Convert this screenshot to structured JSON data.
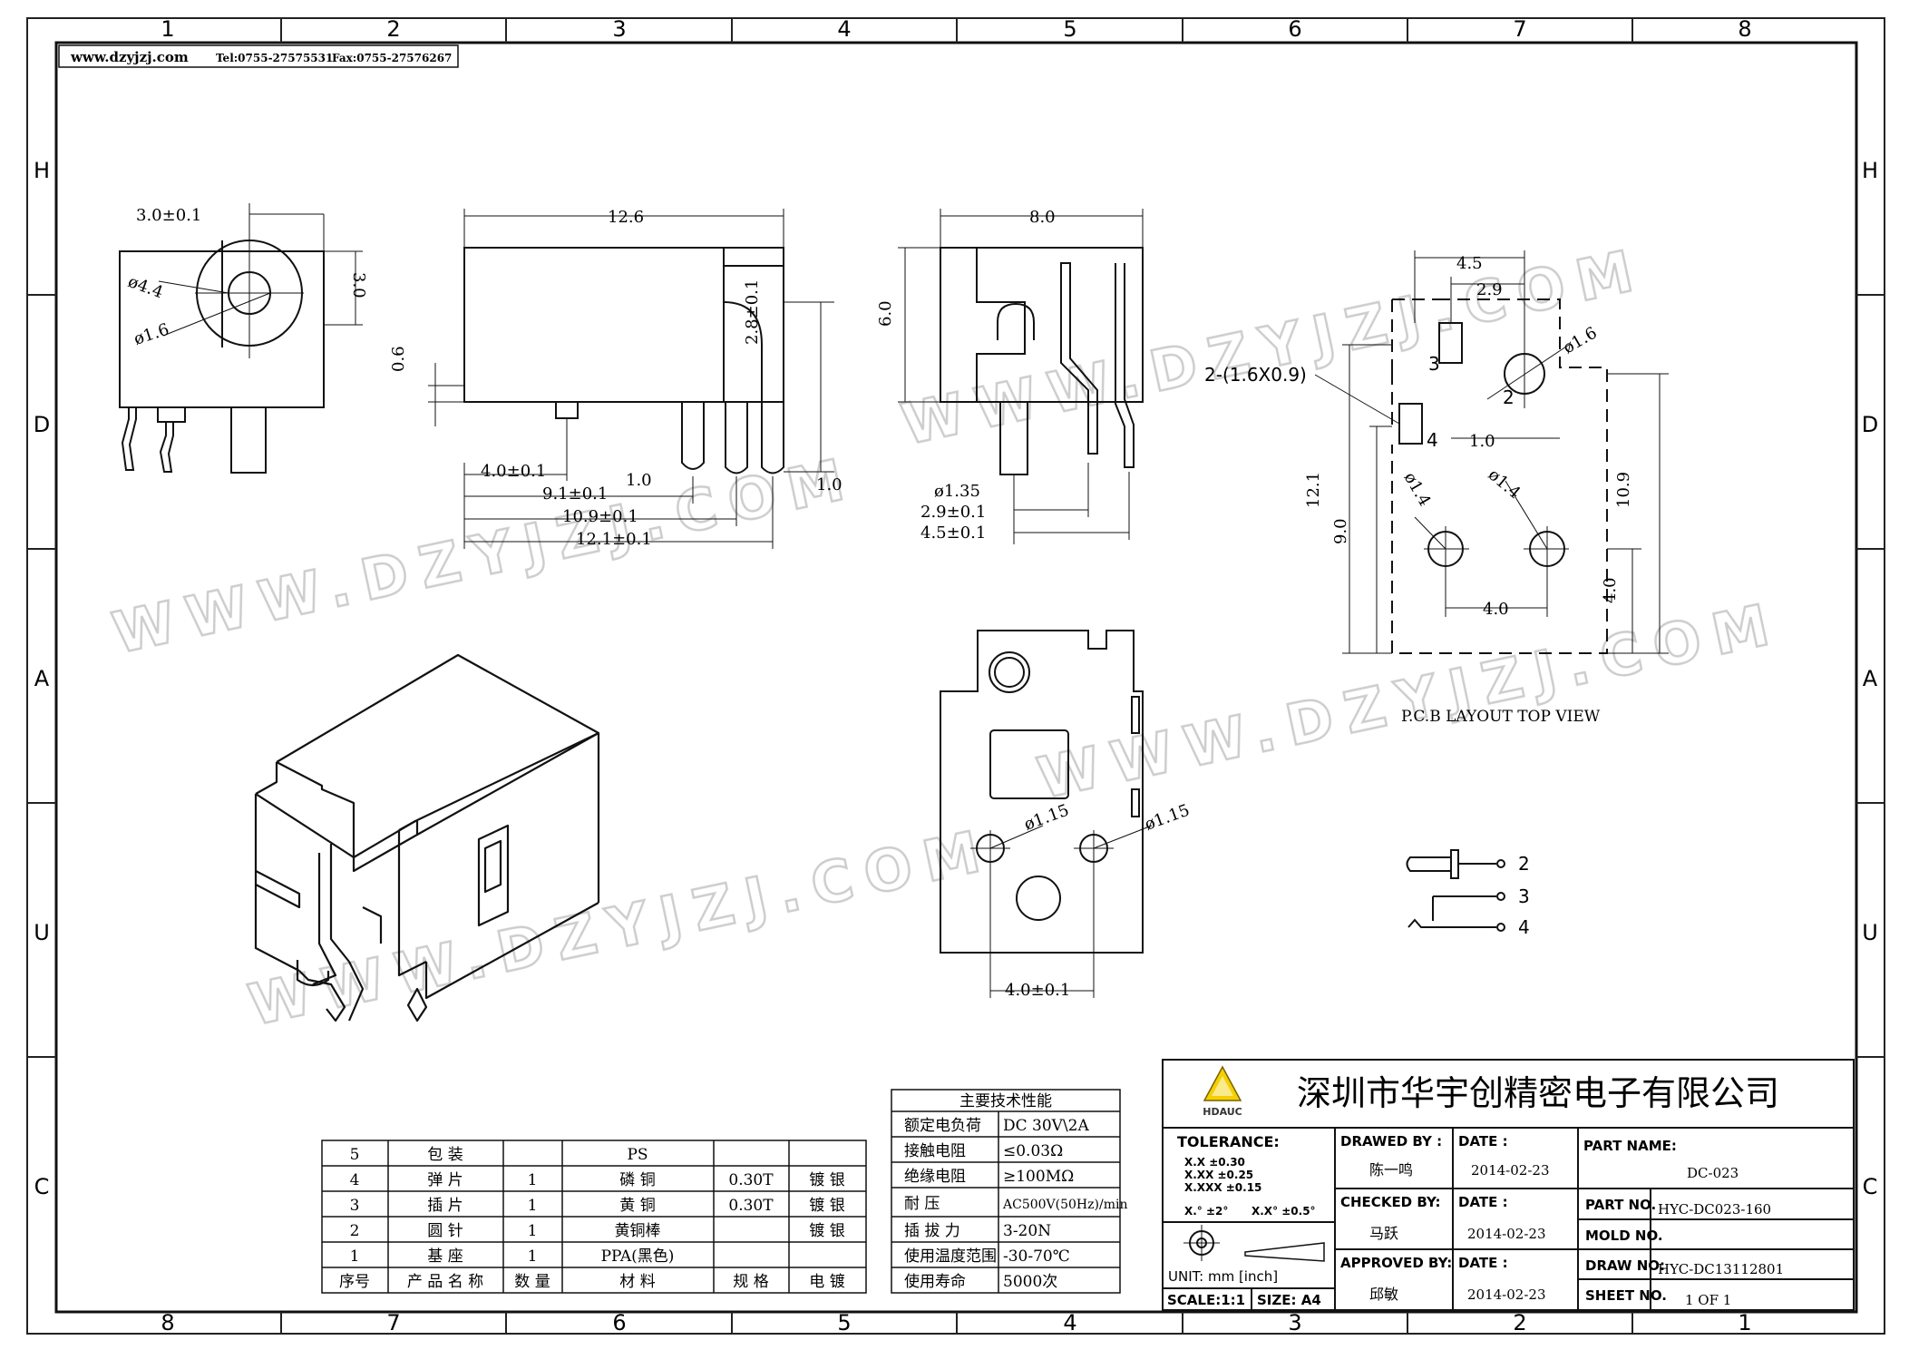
{
  "zones": {
    "top": [
      "1",
      "2",
      "3",
      "4",
      "5",
      "6",
      "7",
      "8"
    ],
    "bottom": [
      "8",
      "7",
      "6",
      "5",
      "4",
      "3",
      "2",
      "1"
    ],
    "side": [
      "H",
      "D",
      "A",
      "U",
      "C"
    ]
  },
  "header_info": {
    "website": "www.dzyjzj.com",
    "phone": "Tel:0755-27575531",
    "fax": "Fax:0755-27576267"
  },
  "watermark": "WWW.DZYJZJ.COM",
  "front_view": {
    "dim_top": "3.0±0.1",
    "dim_right": "3.0",
    "dia_outer": "ø4.4",
    "dia_inner": "ø1.6"
  },
  "side_view": {
    "dim_length": "12.6",
    "dim_pin_height": "0.6",
    "dim_right": "2.8±0.1",
    "dim_a": "4.0±0.1",
    "dim_b": "9.1±0.1",
    "dim_c": "10.9±0.1",
    "dim_d": "12.1±0.1",
    "dim_pin_w1": "1.0",
    "dim_pin_w2": "1.0"
  },
  "rear_view": {
    "dim_width": "8.0",
    "dim_height": "6.0",
    "dim_pin_dia": "ø1.35",
    "dim_e": "2.9±0.1",
    "dim_f": "4.5±0.1"
  },
  "bottom_view": {
    "hole_a": "ø1.15",
    "hole_b": "ø1.15",
    "dim_spacing": "4.0±0.1"
  },
  "pcb_layout": {
    "dim_45": "4.5",
    "dim_29": "2.9",
    "slot_label": "2-(1.6X0.9)",
    "dia_main": "ø1.6",
    "dim_10": "1.0",
    "dim_121": "12.1",
    "dim_90": "9.0",
    "dim_109": "10.9",
    "dia_a": "ø1.4",
    "dia_b": "ø1.4",
    "dim_40_h": "4.0",
    "dim_40_v": "4.0",
    "pin_1": "2",
    "pin_2": "3",
    "pin_3": "4",
    "caption": "P.C.B LAYOUT   TOP VIEW"
  },
  "schematic": {
    "pins": [
      "2",
      "3",
      "4"
    ]
  },
  "bom": {
    "rows": [
      [
        "5",
        "包 装",
        "",
        "PS",
        "",
        ""
      ],
      [
        "4",
        "弹 片",
        "1",
        "磷 铜",
        "0.30T",
        "镀 银"
      ],
      [
        "3",
        "插 片",
        "1",
        "黄 铜",
        "0.30T",
        "镀 银"
      ],
      [
        "2",
        "圆 针",
        "1",
        "黄铜棒",
        "",
        "镀 银"
      ],
      [
        "1",
        "基 座",
        "1",
        "PPA(黑色)",
        "",
        ""
      ]
    ],
    "header": [
      "序号",
      "产 品 名 称",
      "数 量",
      "材 料",
      "规 格",
      "电 镀"
    ]
  },
  "specs": {
    "title": "主要技术性能",
    "rows": [
      [
        "额定电负荷",
        "DC 30V\\2A"
      ],
      [
        "接触电阻",
        "≤0.03Ω"
      ],
      [
        "绝缘电阻",
        "≥100MΩ"
      ],
      [
        "耐 压",
        "AC500V(50Hz)/min"
      ],
      [
        "插 拔 力",
        "3-20N"
      ],
      [
        "使用温度范围",
        "-30-70℃"
      ],
      [
        "使用寿命",
        "5000次"
      ]
    ]
  },
  "title_block": {
    "company": "深圳市华宇创精密电子有限公司",
    "logo_text": "HDAUC",
    "tolerance_label": "TOLERANCE:",
    "tol_lines": [
      "X.X     ±0.30",
      "X.XX    ±0.25",
      "X.XXX  ±0.15"
    ],
    "tol_angle_a": "X.° ±2°",
    "tol_angle_b": "X.X° ±0.5°",
    "unit": "UNIT:  mm  [inch]",
    "scale": "SCALE:1:1",
    "size": "SIZE: A4",
    "drawn_by_label": "DRAWED BY :",
    "drawn_by": "陈一鸣",
    "checked_by_label": "CHECKED BY:",
    "checked_by": "马跃",
    "approved_by_label": "APPROVED BY:",
    "approved_by": "邱敏",
    "date_label": "DATE :",
    "date_1": "2014-02-23",
    "date_2": "2014-02-23",
    "date_3": "2014-02-23",
    "part_name_label": "PART NAME:",
    "part_name": "DC-023",
    "part_no_label": "PART NO.",
    "part_no": "HYC-DC023-160",
    "mold_no_label": "MOLD NO.",
    "mold_no": "",
    "draw_no_label": "DRAW NO:",
    "draw_no": "HYC-DC13112801",
    "sheet_no_label": "SHEET NO.",
    "sheet_no": "1 OF 1"
  }
}
